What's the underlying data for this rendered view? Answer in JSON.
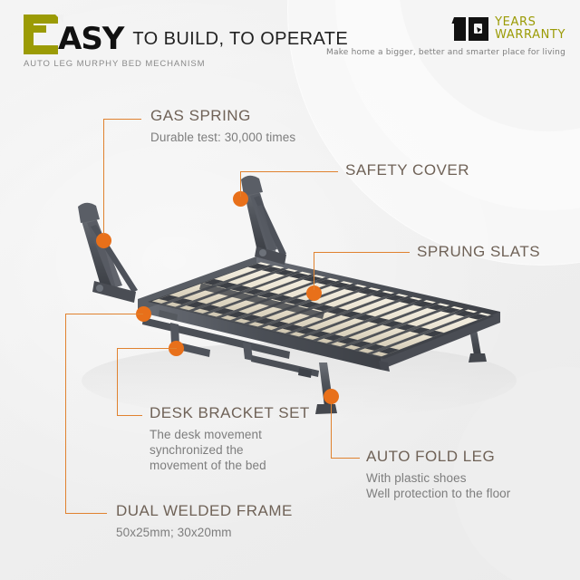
{
  "header": {
    "logo_letter": "E",
    "logo_rest": "ASY",
    "logo_tagline": "TO BUILD, TO OPERATE",
    "logo_subtitle": "AUTO LEG MURPHY BED MECHANISM",
    "warranty_number": "10",
    "warranty_line1": "YEARS",
    "warranty_line2": "WARRANTY",
    "warranty_tagline": "Make home a bigger, better and smarter place for living"
  },
  "colors": {
    "accent_orange": "#e8701a",
    "line_orange": "#e0822f",
    "olive": "#9b9b05",
    "title_brown": "#6f6257",
    "desc_gray": "#7d7d7d",
    "background": "#f1f1f1",
    "frame_dark": "#4c4f55",
    "slat_cream": "#ece5d6"
  },
  "callouts": [
    {
      "id": "gas-spring",
      "title": "GAS SPRING",
      "desc": [
        "Durable test: 30,000 times"
      ]
    },
    {
      "id": "safety-cover",
      "title": "SAFETY COVER",
      "desc": []
    },
    {
      "id": "sprung-slats",
      "title": "SPRUNG SLATS",
      "desc": []
    },
    {
      "id": "desk-bracket-set",
      "title": "DESK BRACKET SET",
      "desc": [
        "The desk movement",
        "synchronized the",
        "movement of the bed"
      ]
    },
    {
      "id": "dual-welded-frame",
      "title": "DUAL WELDED FRAME",
      "desc": [
        "50x25mm; 30x20mm"
      ]
    },
    {
      "id": "auto-fold-leg",
      "title": "AUTO FOLD LEG",
      "desc": [
        "With plastic shoes",
        "Well protection to the floor"
      ]
    }
  ]
}
